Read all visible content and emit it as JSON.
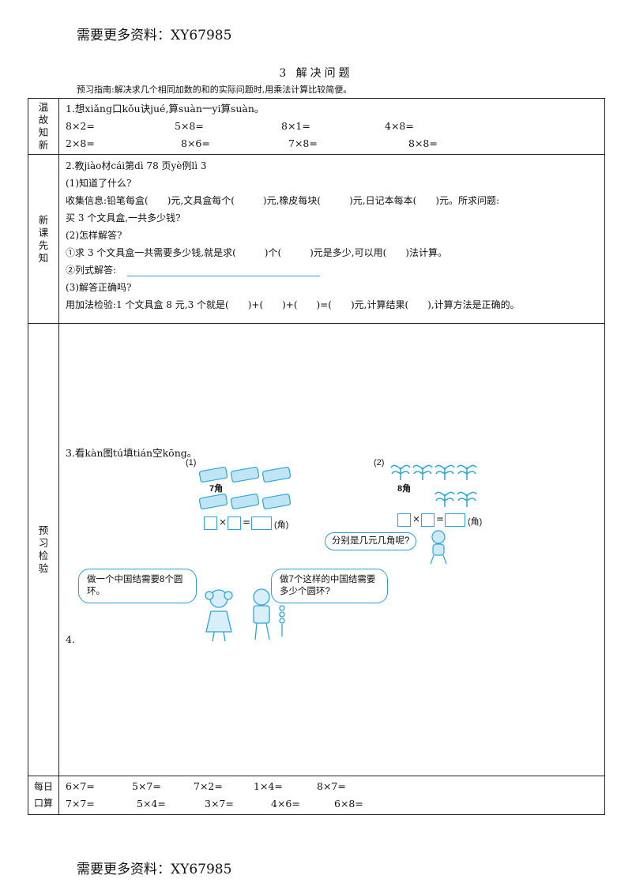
{
  "header": "需要更多资料：XY67985",
  "footer": "需要更多资料：XY67985",
  "title": "3 解决问题",
  "guide": "预习指南:解决求几个相同加数的和的实际问题时,用乘法计算比较简便。",
  "sections": {
    "review": {
      "label": [
        "温",
        "故",
        "知",
        "新"
      ],
      "q1": "1.想xiǎng口kǒu诀jué,算suàn一yi算suàn。",
      "row1": [
        "8×2=",
        "5×8=",
        "8×1=",
        "4×8="
      ],
      "row2": [
        "2×8=",
        "8×6=",
        "7×8=",
        "8×8="
      ]
    },
    "new": {
      "label": [
        "新",
        "课",
        "先",
        "知"
      ],
      "lines": [
        "2.教jiào材cái第dì 78 页yè例lì 3",
        "(1)知道了什么?",
        "收集信息:铅笔每盒(　　)元,文具盒每个(　　　)元,橡皮每块(　　　)元,日记本每本(　　)元。所求问题:",
        "买 3 个文具盒,一共多少钱?",
        "(2)怎样解答?",
        "①求 3 个文具盒一共需要多少钱,就是求(　　　)个(　　　)元是多少,可以用(　　)法计算。",
        "②列式解答:",
        "(3)解答正确吗?",
        "用加法检验:1 个文具盒 8 元,3 个就是(　　)+(　　)+(　　)=(　　)元,计算结果(　　),计算方法是正确的。"
      ]
    },
    "preview": {
      "label": [
        "预",
        "习",
        "检",
        "验"
      ],
      "q3": "3.看kàn图tú填tián空kōng。",
      "fig1": {
        "num": "(1)",
        "price": "7角",
        "unit": "(角)"
      },
      "fig2": {
        "num": "(2)",
        "price": "8角",
        "unit": "(角)"
      },
      "ask": "分别是几元几角呢?",
      "girl_say": "做一个中国结需要8个圆环。",
      "boy_say": "做7个这样的中国结需要多少个圆环?",
      "q4": "4."
    },
    "daily": {
      "label": [
        "每日",
        "口算"
      ],
      "row1": [
        "6×7=",
        "5×7=",
        "7×2=",
        "1×4=",
        "8×7="
      ],
      "row2": [
        "7×7=",
        "5×4=",
        "3×7=",
        "4×6=",
        "6×8="
      ]
    }
  },
  "colors": {
    "accent": "#29a6d8",
    "line": "#222222"
  }
}
